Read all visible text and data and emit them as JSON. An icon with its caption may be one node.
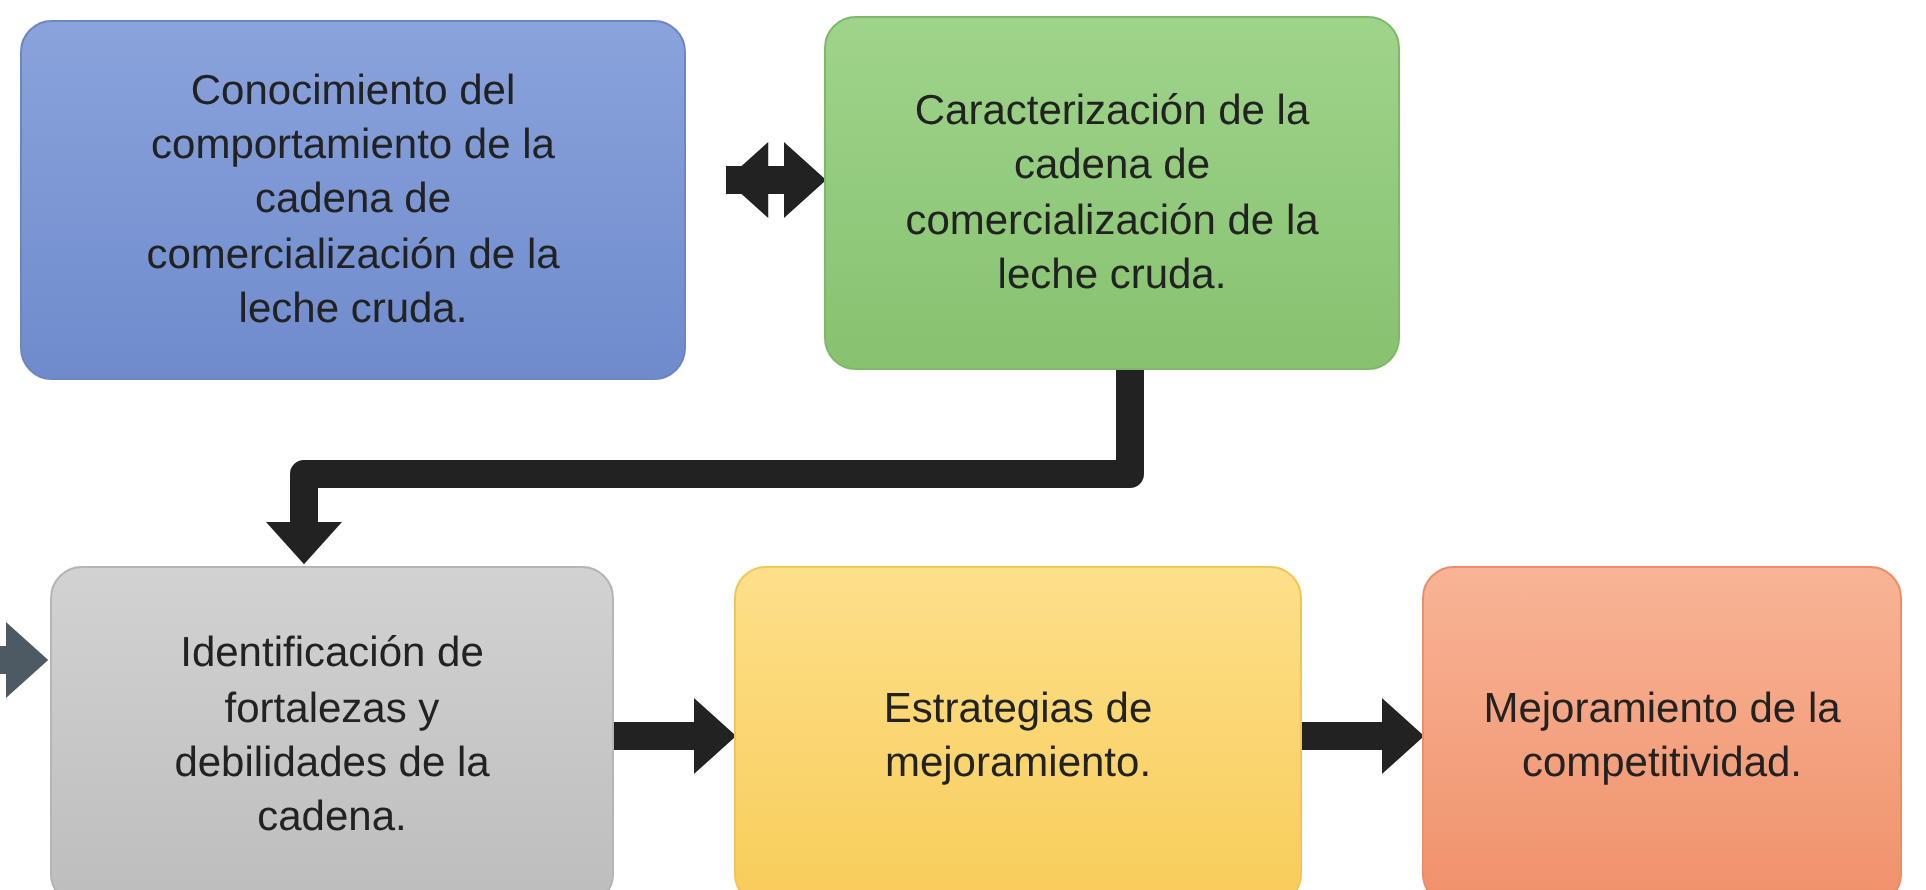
{
  "diagram": {
    "nodes": [
      {
        "text": [
          "Conocimiento del comportamiento de la cadena de comercialización de la leche cruda."
        ]
      },
      {
        "text": [
          "Caracterización de la cadena de comercialización de la leche cruda."
        ]
      },
      {
        "text": [
          "Identificación de fortalezas y debilidades de la cadena."
        ]
      },
      {
        "text": [
          "Estrategias de mejoramiento."
        ]
      },
      {
        "text": [
          "Mejoramiento de la competitividad."
        ]
      }
    ],
    "edges": [
      {
        "from": 0,
        "to": 1,
        "arrow": "both"
      },
      {
        "from": 1,
        "to": 2,
        "arrow": "to"
      },
      {
        "from": 2,
        "to": 3,
        "arrow": "to"
      },
      {
        "from": 3,
        "to": 4,
        "arrow": "to"
      },
      {
        "from": null,
        "to": 2,
        "arrow": "to",
        "color": "#4d5a63"
      }
    ]
  }
}
